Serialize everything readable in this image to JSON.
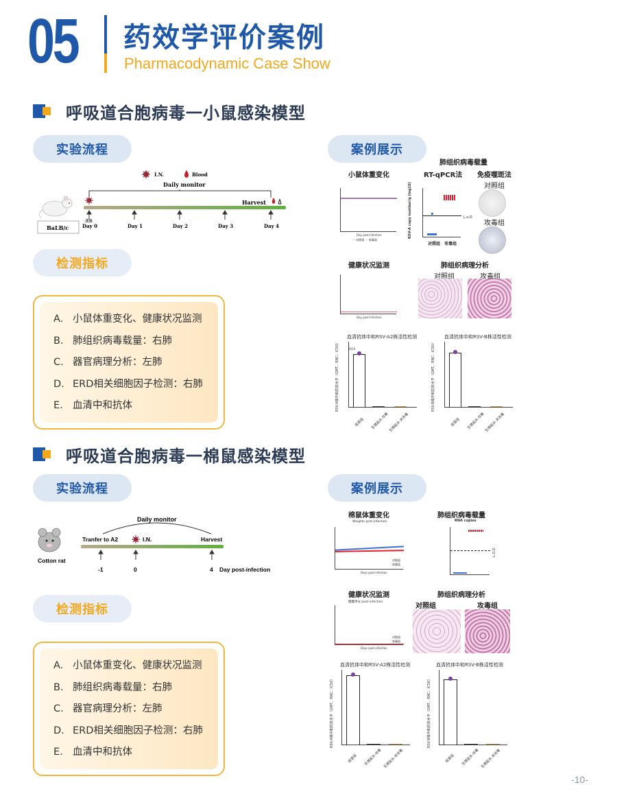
{
  "header": {
    "number": "05",
    "title_cn": "药效学评价案例",
    "title_en": "Pharmacodynamic Case Show"
  },
  "sections": [
    {
      "title": "呼吸道合胞病毒一小鼠感染模型",
      "flow_pill": "实验流程",
      "case_pill": "案例展示",
      "index_pill": "检测指标",
      "flow": {
        "legend_in": "I.N.",
        "legend_blood": "Blood",
        "monitor": "Daily monitor",
        "harvest": "Harvest",
        "animal": "BaLB/c",
        "inoculate": "滴鼻",
        "days": [
          "Day 0",
          "Day 1",
          "Day 2",
          "Day 3",
          "Day 4"
        ]
      },
      "indicators": [
        {
          "letter": "A.",
          "text": "小鼠体重变化、健康状况监测"
        },
        {
          "letter": "B.",
          "text": "肺组织病毒载量：右肺"
        },
        {
          "letter": "C.",
          "text": "器官病理分析：左肺"
        },
        {
          "letter": "D.",
          "text": "ERD相关细胞因子检测：右肺"
        },
        {
          "letter": "E.",
          "text": "血清中和抗体"
        }
      ],
      "figures": {
        "weight_title": "小鼠体重变化",
        "viral_title": "肺组织病毒载量",
        "rtqpcr": "RT-qPCR法",
        "plaque": "免疫噬斑法",
        "control": "对照组",
        "challenge": "攻毒组",
        "health_title": "健康状况监测",
        "patho_title": "肺组织病理分析",
        "pcr_ylabel": "RSV-A copy number/g (log10)",
        "pcr_lod": "L.o.D",
        "pcr_x1": "对照组",
        "pcr_x2": "攻毒组",
        "neut_a": "血清抗体中和RSV-A2株活性检测",
        "neut_b": "血清抗体中和RSV-B株活性检测",
        "neut_ylabel_a": "RSV-A株中和抗体水平（GMT、RNC：IC50）",
        "neut_ylabel_b": "RSV-B株中和抗体水平（GMT、RNC：IC50）",
        "neut_x": [
          "疫苗组",
          "生理盐水-攻毒",
          "生理盐水-未攻毒"
        ],
        "weight_xlabel": "Day post-infection",
        "health_xlabel": "Day post-infection",
        "legend_ctrl": "对照组",
        "legend_chal": "攻毒组",
        "neut_val": "1024"
      }
    },
    {
      "title": "呼吸道合胞病毒一棉鼠感染模型",
      "flow_pill": "实验流程",
      "case_pill": "案例展示",
      "index_pill": "检测指标",
      "flow": {
        "monitor": "Daily monitor",
        "transfer": "Tranfer to A2",
        "in": "I.N.",
        "harvest": "Harvest",
        "animal": "Cotton rat",
        "ticks": [
          "-1",
          "0",
          "4"
        ],
        "post": "Day post-infection"
      },
      "indicators": [
        {
          "letter": "A.",
          "text": "小鼠体重变化、健康状况监测"
        },
        {
          "letter": "B.",
          "text": "肺组织病毒载量：右肺"
        },
        {
          "letter": "C.",
          "text": "器官病理分析：左肺"
        },
        {
          "letter": "D.",
          "text": "ERD相关细胞因子检测：右肺"
        },
        {
          "letter": "E.",
          "text": "血清中和抗体"
        }
      ],
      "figures": {
        "weight_title": "棉鼠体重变化",
        "weight_sub": "Weights post-infection",
        "viral_title": "肺组织病毒载量",
        "rna": "RNA copies",
        "health_title": "健康状况监测",
        "health_sub": "健康评分 post-infection",
        "patho_title": "肺组织病理分析",
        "control": "对照组",
        "challenge": "攻毒组",
        "lod": "L.O.D.",
        "neut_a": "血清抗体中和RSV-A2株活性检测",
        "neut_b": "血清抗体中和RSV-B株活性检测",
        "neut_ylabel_a": "RSV-A株中和抗体水平（GMT、RNC：IC50）",
        "neut_ylabel_b": "RSV-B株中和抗体水平（GMT、RNC：IC50）",
        "neut_x": [
          "疫苗组",
          "生理盐水-攻毒",
          "生理盐水-未攻毒"
        ],
        "weight_xlabel": "Days post-infection",
        "health_xlabel": "Days post-infection",
        "legend_ctrl": "对照组",
        "legend_chal": "攻毒组"
      }
    }
  ],
  "page_number": "-10-",
  "colors": {
    "brand_blue": "#1f58a8",
    "accent_orange": "#f2a81d"
  }
}
